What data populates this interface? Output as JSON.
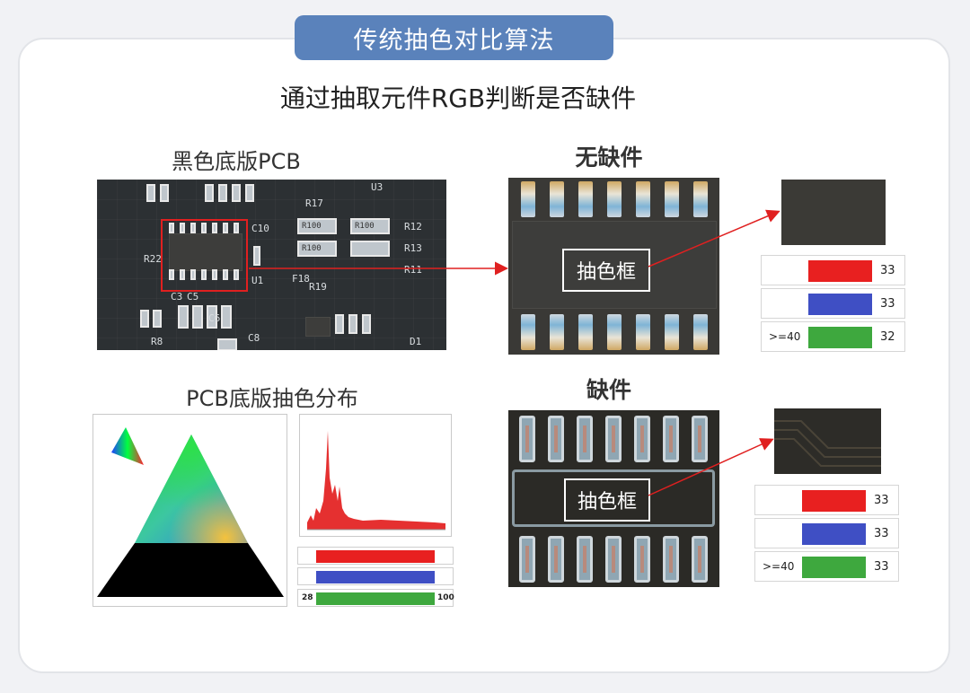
{
  "header": {
    "title": "传统抽色对比算法"
  },
  "subtitle": "通过抽取元件RGB判断是否缺件",
  "left": {
    "pcb_label": "黑色底版PCB",
    "distribution_label": "PCB底版抽色分布",
    "silkscreen": [
      "R17",
      "U3",
      "C10",
      "R12",
      "R13",
      "R22",
      "U1",
      "R11",
      "F18",
      "R19",
      "C6",
      "C5",
      "C3",
      "R8",
      "C8",
      "D1",
      "R100",
      "R100",
      "R100"
    ],
    "histogram_scale": {
      "min": "28",
      "max": "100"
    }
  },
  "right": {
    "present_label": "无缺件",
    "missing_label": "缺件",
    "box_label_present": "抽色框",
    "box_label_missing": "抽色框",
    "present_rows": [
      {
        "prefix": "",
        "value": "33",
        "color": "#e82020"
      },
      {
        "prefix": "",
        "value": "33",
        "color": "#3f4fc4"
      },
      {
        "prefix": ">=40",
        "value": "32",
        "color": "#3ea83e"
      }
    ],
    "missing_rows": [
      {
        "prefix": "",
        "value": "33",
        "color": "#e82020"
      },
      {
        "prefix": "",
        "value": "33",
        "color": "#3f4fc4"
      },
      {
        "prefix": ">=40",
        "value": "33",
        "color": "#3ea83e"
      }
    ]
  },
  "colors": {
    "accent": "#5a82bb",
    "arrow": "#e02020",
    "highlight": "#e02020"
  }
}
